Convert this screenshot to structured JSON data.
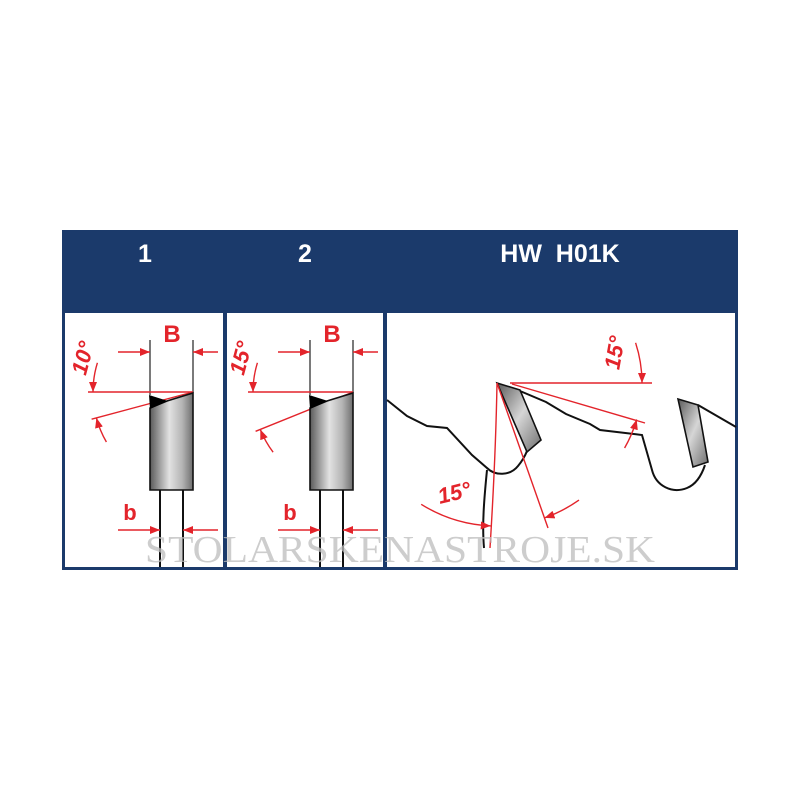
{
  "header": {
    "col1": "1",
    "col2": "2",
    "col3": "HW  H01K"
  },
  "panel1": {
    "width_label": "B",
    "angle_label": "10°",
    "kerf_label": "b"
  },
  "panel2": {
    "width_label": "B",
    "angle_label": "15°",
    "kerf_label": "b"
  },
  "panel3": {
    "clearance_angle_label": "15°",
    "hook_angle_label": "15°"
  },
  "watermark": "STOLARSKENASTROJE.SK",
  "colors": {
    "navy": "#1b3a6b",
    "red": "#e3242b",
    "steel_dark": "#5a5a5a",
    "steel_light": "#e2e2e2"
  }
}
